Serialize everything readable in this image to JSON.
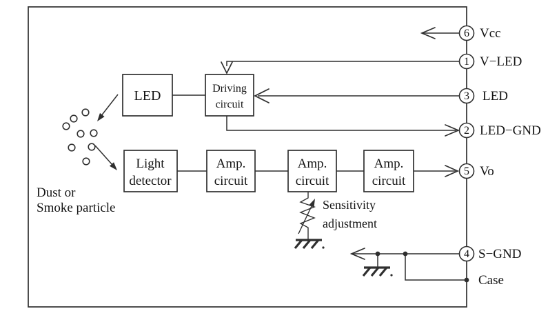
{
  "colors": {
    "stroke": "#2f2f2f",
    "text": "#141414",
    "background": "#ffffff"
  },
  "blocks": {
    "led": {
      "label": "LED"
    },
    "driving": {
      "line1": "Driving",
      "line2": "circuit"
    },
    "detector": {
      "line1": "Light",
      "line2": "detector"
    },
    "amp1": {
      "line1": "Amp.",
      "line2": "circuit"
    },
    "amp2": {
      "line1": "Amp.",
      "line2": "circuit"
    },
    "amp3": {
      "line1": "Amp.",
      "line2": "circuit"
    }
  },
  "pins": {
    "vcc": {
      "number": "6",
      "label": "Vcc"
    },
    "vled": {
      "number": "1",
      "label": "V−LED"
    },
    "led": {
      "number": "3",
      "label": "LED"
    },
    "ledgnd": {
      "number": "2",
      "label": "LED−GND"
    },
    "vo": {
      "number": "5",
      "label": "Vo"
    },
    "sgnd": {
      "number": "4",
      "label": "S−GND"
    }
  },
  "labels": {
    "case": "Case",
    "particles_line1": "Dust or",
    "particles_line2": "Smoke particle",
    "sensitivity_line1": "Sensitivity",
    "sensitivity_line2": "adjustment"
  }
}
